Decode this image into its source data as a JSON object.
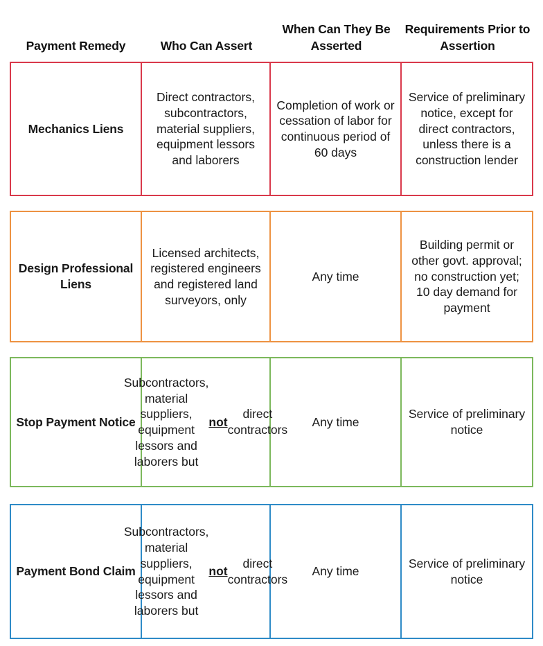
{
  "table": {
    "columns": [
      {
        "id": "payment-remedy",
        "label": "Payment Remedy"
      },
      {
        "id": "who-can-assert",
        "label": "Who Can Assert"
      },
      {
        "id": "when-can-they-be-asserted",
        "label": "When Can They Be Asserted"
      },
      {
        "id": "requirements-prior",
        "label": "Requirements Prior to Assertion"
      }
    ],
    "rows": [
      {
        "id": "mechanics-liens",
        "accent_color": "#d9394b",
        "remedy": "Mechanics Liens",
        "who_can_assert_pre": "Direct contractors, subcontractors, material suppliers, equipment lessors and laborers",
        "who_can_assert_emph": "",
        "who_can_assert_post": "",
        "when_asserted": "Completion of work or cessation of labor for continuous period of 60 days",
        "requirements": "Service of preliminary notice, except for direct contractors, unless there is a construction lender"
      },
      {
        "id": "design-professional-liens",
        "accent_color": "#ed9242",
        "remedy": "Design Professional Liens",
        "who_can_assert_pre": "Licensed architects, registered engineers and registered land surveyors, only",
        "who_can_assert_emph": "",
        "who_can_assert_post": "",
        "when_asserted": "Any time",
        "requirements": "Building permit or other govt. approval; no construction yet; 10 day demand for payment"
      },
      {
        "id": "stop-payment-notice",
        "accent_color": "#7cb85c",
        "remedy": "Stop Payment Notice",
        "who_can_assert_pre": "Subcontractors, material suppliers, equipment lessors and laborers but ",
        "who_can_assert_emph": "not",
        "who_can_assert_post": " direct contractors",
        "when_asserted": "Any time",
        "requirements": "Service of preliminary notice"
      },
      {
        "id": "payment-bond-claim",
        "accent_color": "#2e8bc7",
        "remedy": "Payment Bond Claim",
        "who_can_assert_pre": "Subcontractors, material suppliers, equipment lessors and laborers but ",
        "who_can_assert_emph": "not",
        "who_can_assert_post": " direct contractors",
        "when_asserted": "Any time",
        "requirements": "Service of preliminary notice"
      }
    ]
  }
}
